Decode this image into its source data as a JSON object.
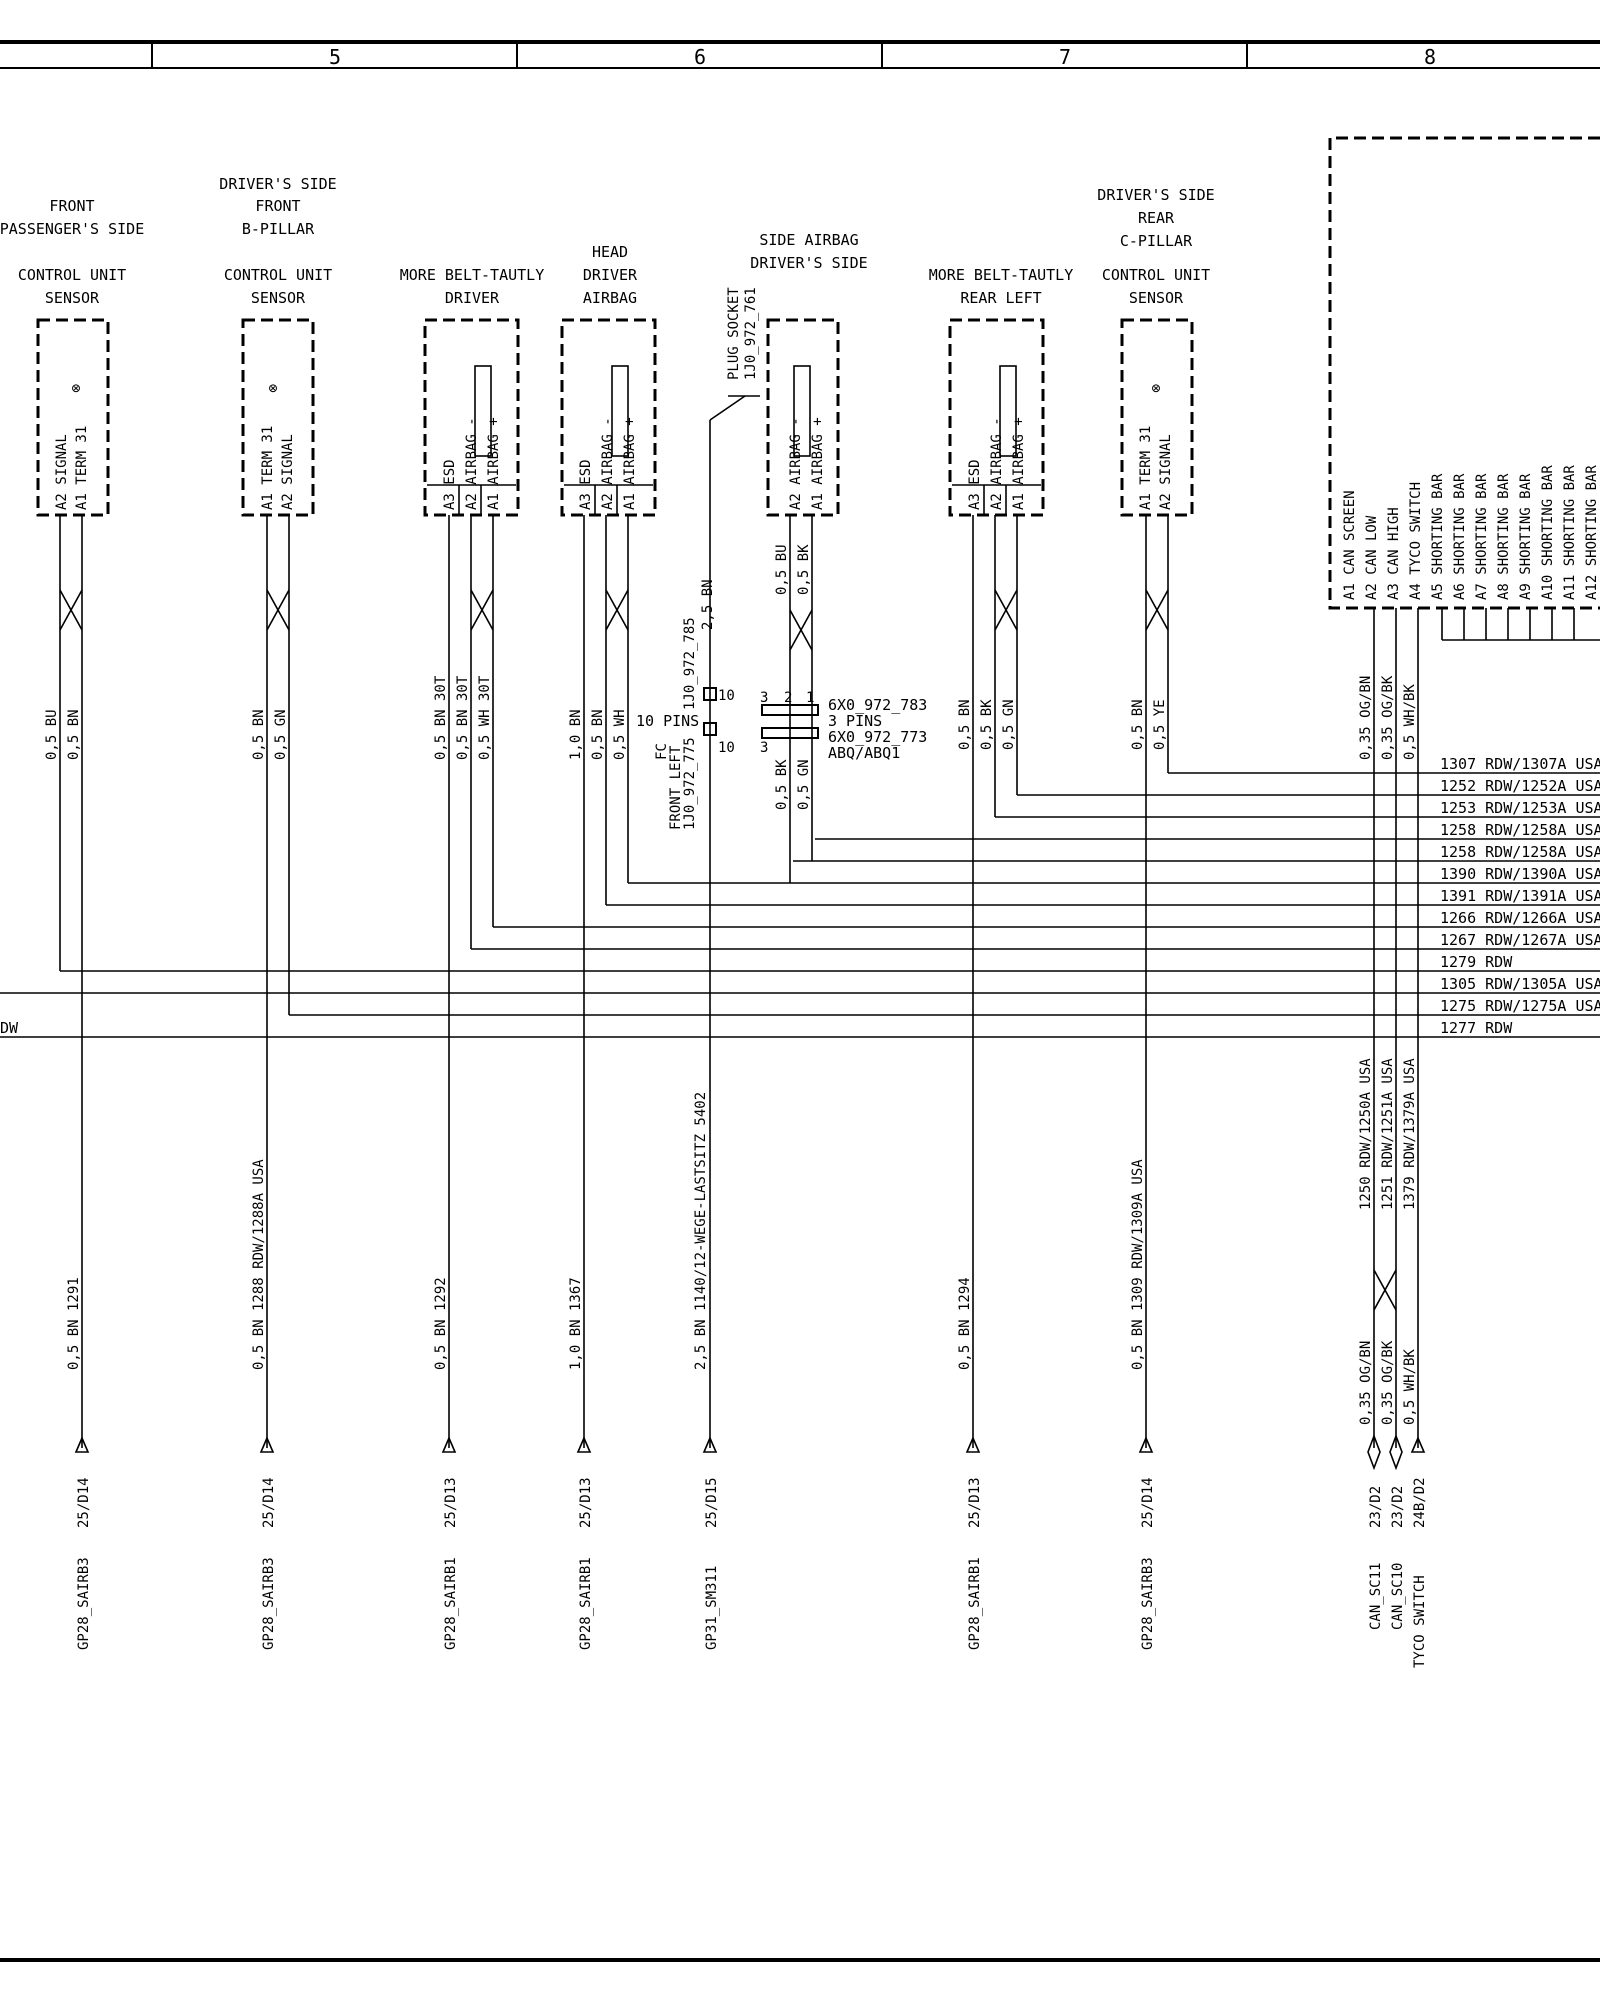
{
  "columns": [
    "5",
    "6",
    "7",
    "8"
  ],
  "components": [
    {
      "id": "c1",
      "title_lines": [
        "FRONT",
        "PASSENGER'S SIDE"
      ],
      "sub_lines": [
        "CONTROL UNIT",
        "SENSOR"
      ],
      "pins": [
        "A2 SIGNAL",
        "A1 TERM 31"
      ],
      "wires": [
        "0,5 BU",
        "0,5 BN"
      ],
      "bottom_wire": "0,5 BN  1291",
      "conn": "25/D14",
      "ref": "GP28_SAIRB3"
    },
    {
      "id": "c2",
      "title_lines": [
        "DRIVER'S SIDE",
        "FRONT",
        "B-PILLAR"
      ],
      "sub_lines": [
        "CONTROL UNIT",
        "SENSOR"
      ],
      "pins": [
        "A1 TERM 31",
        "A2 SIGNAL"
      ],
      "wires": [
        "0,5 BN",
        "0,5 GN"
      ],
      "bottom_wire": "0,5 BN  1288 RDW/1288A USA",
      "conn": "25/D14",
      "ref": "GP28_SAIRB3"
    },
    {
      "id": "c3",
      "title_lines": [],
      "sub_lines": [
        "MORE BELT-TAUTLY",
        "DRIVER"
      ],
      "pins": [
        "A3 ESD",
        "A2 AIRBAG -",
        "A1 AIRBAG +"
      ],
      "wires": [
        "0,5 BN  30T",
        "0,5 BN  30T",
        "0,5 WH  30T"
      ],
      "bottom_wire": "0,5 BN  1292",
      "conn": "25/D13",
      "ref": "GP28_SAIRB1"
    },
    {
      "id": "c4",
      "title_lines": [
        "HEAD"
      ],
      "sub_lines": [
        "DRIVER",
        "AIRBAG"
      ],
      "pins": [
        "A3 ESD",
        "A2 AIRBAG -",
        "A1 AIRBAG +"
      ],
      "wires": [
        "1,0 BN",
        "0,5 BN",
        "0,5 WH"
      ],
      "bottom_wire": "1,0 BN  1367",
      "conn": "25/D13",
      "ref": "GP28_SAIRB1"
    },
    {
      "id": "c5",
      "title_lines": [],
      "sub_lines": [],
      "pins": [],
      "wires": [
        "2,5 BN"
      ],
      "bottom_wire": "2,5 BN  1140/12-WEGE-LASTSITZ 5402",
      "conn": "25/D15",
      "ref": "GP31_SM311"
    },
    {
      "id": "c6",
      "title_lines": [
        "SIDE AIRBAG",
        "DRIVER'S SIDE"
      ],
      "sub_lines": [],
      "pins": [
        "A2 AIRBAG -",
        "A1 AIRBAG +"
      ],
      "wires": [
        "0,5 BU",
        "0,5 BK",
        "0,5 BK",
        "0,5 GN"
      ],
      "bottom_wire": "",
      "conn": "",
      "ref": ""
    },
    {
      "id": "c7",
      "title_lines": [],
      "sub_lines": [
        "MORE BELT-TAUTLY",
        "REAR LEFT"
      ],
      "pins": [
        "A3 ESD",
        "A2 AIRBAG -",
        "A1 AIRBAG +"
      ],
      "wires": [
        "0,5 BN",
        "0,5 BK",
        "0,5 GN"
      ],
      "bottom_wire": "0,5 BN  1294",
      "conn": "25/D13",
      "ref": "GP28_SAIRB1"
    },
    {
      "id": "c8",
      "title_lines": [
        "DRIVER'S SIDE",
        "REAR",
        "C-PILLAR"
      ],
      "sub_lines": [
        "CONTROL UNIT",
        "SENSOR"
      ],
      "pins": [
        "A1 TERM 31",
        "A2 SIGNAL"
      ],
      "wires": [
        "0,5 BN",
        "0,5 YE"
      ],
      "bottom_wire": "0,5 BN  1309 RDW/1309A USA",
      "conn": "25/D14",
      "ref": "GP28_SAIRB3"
    }
  ],
  "plug_socket": {
    "label": "PLUG SOCKET",
    "part": "1J0_972_761"
  },
  "fc_connector": {
    "wire_labels": [
      "1J0_972_785",
      "2,5 BN"
    ],
    "pins_label": "10 PINS",
    "fc": "FC",
    "front_left": "FRONT LEFT",
    "part": "1J0_972_775",
    "pin_no": "10"
  },
  "abq_connector": {
    "part1": "6X0_972_783",
    "pins": "3 PINS",
    "part2": "6X0_972_773",
    "code": "ABQ/ABQ1",
    "pin_nums": [
      "3",
      "2",
      "1"
    ]
  },
  "module_pins": [
    "A1 CAN SCREEN",
    "A2 CAN LOW",
    "A3 CAN HIGH",
    "A4 TYCO SWITCH",
    "A5 SHORTING BAR",
    "A6 SHORTING BAR",
    "A7 SHORTING BAR",
    "A8 SHORTING BAR",
    "A9 SHORTING BAR",
    "A10 SHORTING BAR",
    "A11 SHORTING BAR",
    "A12 SHORTING BAR"
  ],
  "module_wires_top": [
    "0,35 OG/BN",
    "0,35 OG/BK",
    "0,5 WH/BK"
  ],
  "module_wires_mid": [
    "1250 RDW/1250A USA",
    "1251 RDW/1251A USA",
    "1379 RDW/1379A USA"
  ],
  "module_wires_bottom": [
    "0,35 OG/BN",
    "0,35 OG/BK",
    "0,5 WH/BK"
  ],
  "module_conns": [
    "23/D2",
    "23/D2",
    "24B/D2"
  ],
  "module_refs": [
    "CAN_SC11",
    "CAN_SC10",
    "TYCO  SWITCH"
  ],
  "bus_labels": [
    "1307 RDW/1307A USA",
    "1252 RDW/1252A USA",
    "1253 RDW/1253A USA",
    "1258 RDW/1258A USA",
    "1258 RDW/1258A USA",
    "1390 RDW/1390A USA",
    "1391 RDW/1391A USA",
    "1266 RDW/1266A USA",
    "1267 RDW/1267A USA",
    "1279 RDW",
    "1305 RDW/1305A USA",
    "1275 RDW/1275A USA",
    "1277 RDW"
  ],
  "left_fragment": "DW"
}
